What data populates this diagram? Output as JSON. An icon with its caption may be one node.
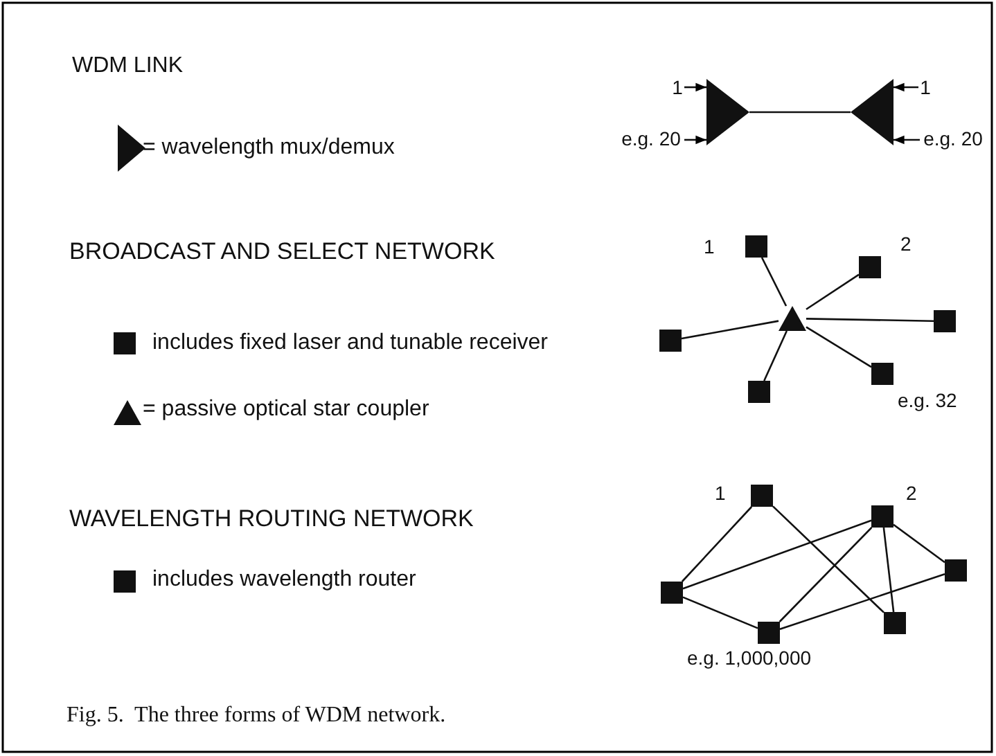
{
  "diagram": {
    "caption": "Fig. 5.  The three forms of WDM network.",
    "nodes": [
      {
        "text": [
          "1"
        ]
      },
      {
        "text": [
          "1"
        ]
      },
      {
        "text": [],
        "shape": "triangle"
      },
      {
        "text": [],
        "shape": "triangle"
      },
      {
        "text": [
          "e.g. 20"
        ]
      },
      {
        "text": [
          "e.g. 20"
        ]
      },
      {
        "text": [],
        "shape": "box",
        "beside": [
          "1"
        ]
      },
      {
        "text": [],
        "shape": "box",
        "beside": [
          "2"
        ]
      },
      {
        "text": [],
        "shape": "triangle"
      },
      {
        "text": [],
        "shape": "box"
      },
      {
        "text": [],
        "shape": "box"
      },
      {
        "text": [],
        "shape": "box",
        "beside": [
          "e.g. 32"
        ]
      },
      {
        "text": [],
        "shape": "box"
      },
      {
        "text": [],
        "shape": "box",
        "beside": [
          "1"
        ]
      },
      {
        "text": [],
        "shape": "box",
        "beside": [
          "2"
        ]
      },
      {
        "text": [],
        "shape": "box"
      },
      {
        "text": [],
        "shape": "box"
      },
      {
        "text": [],
        "shape": "box"
      },
      {
        "text": [],
        "shape": "box",
        "beside": [
          "e.g. 1,000,000"
        ]
      }
    ],
    "edges": [
      {
        "from": 0,
        "to": 2,
        "arrow": "to"
      },
      {
        "from": 4,
        "to": 2,
        "arrow": "to"
      },
      {
        "from": 2,
        "to": 3,
        "arrow": "none"
      },
      {
        "from": 1,
        "to": 3,
        "arrow": "to"
      },
      {
        "from": 5,
        "to": 3,
        "arrow": "to"
      },
      {
        "from": 8,
        "to": 6,
        "arrow": "none"
      },
      {
        "from": 8,
        "to": 7,
        "arrow": "none"
      },
      {
        "from": 8,
        "to": 9,
        "arrow": "none"
      },
      {
        "from": 8,
        "to": 10,
        "arrow": "none"
      },
      {
        "from": 8,
        "to": 11,
        "arrow": "none"
      },
      {
        "from": 8,
        "to": 12,
        "arrow": "none"
      },
      {
        "from": 16,
        "to": 13,
        "arrow": "none"
      },
      {
        "from": 13,
        "to": 17,
        "arrow": "none"
      },
      {
        "from": 16,
        "to": 14,
        "arrow": "none"
      },
      {
        "from": 16,
        "to": 18,
        "arrow": "none"
      },
      {
        "from": 18,
        "to": 14,
        "arrow": "none"
      },
      {
        "from": 18,
        "to": 15,
        "arrow": "none"
      },
      {
        "from": 14,
        "to": 15,
        "arrow": "none"
      },
      {
        "from": 14,
        "to": 17,
        "arrow": "none"
      }
    ],
    "labels": [
      "WDM LINK",
      "= wavelength mux/demux",
      "BROADCAST AND SELECT NETWORK",
      "includes fixed laser and tunable receiver",
      "= passive optical star coupler",
      "WAVELENGTH ROUTING NETWORK",
      "includes wavelength router"
    ]
  }
}
